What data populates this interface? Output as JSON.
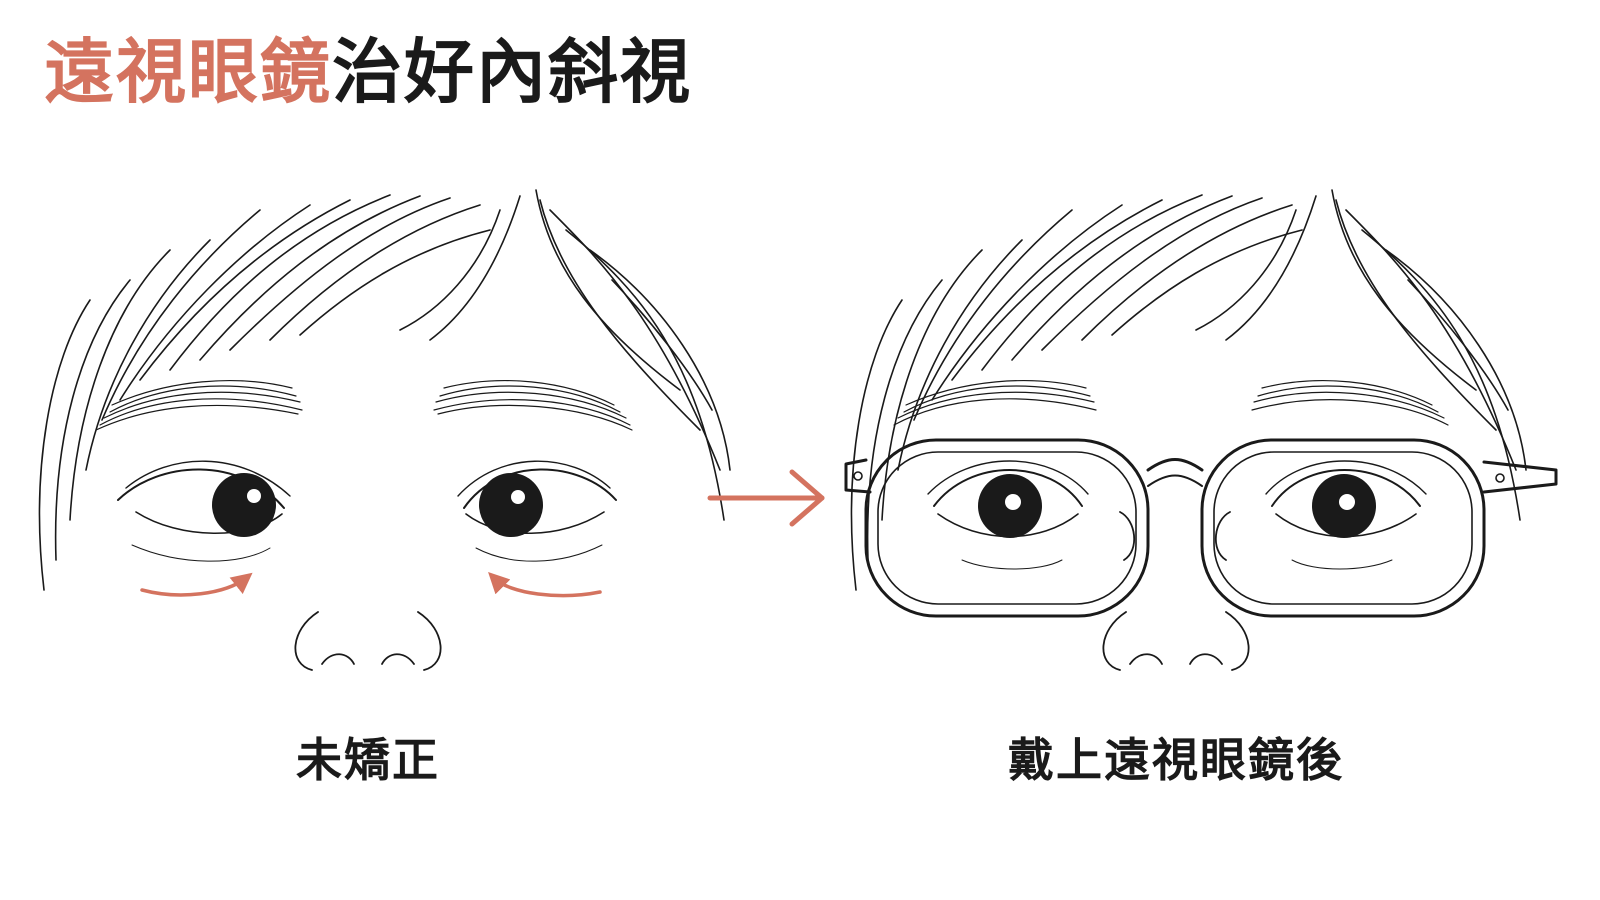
{
  "title": {
    "accent_text": "遠視眼鏡",
    "rest_text": "治好內斜視"
  },
  "panels": {
    "before": {
      "caption": "未矯正"
    },
    "after": {
      "caption": "戴上遠視眼鏡後"
    }
  },
  "colors": {
    "accent": "#d4735f",
    "ink": "#1a1a1a",
    "background": "#ffffff"
  },
  "icons": {
    "transition": "arrow-right-icon",
    "eye_motion": "curved-arrow-icon"
  }
}
